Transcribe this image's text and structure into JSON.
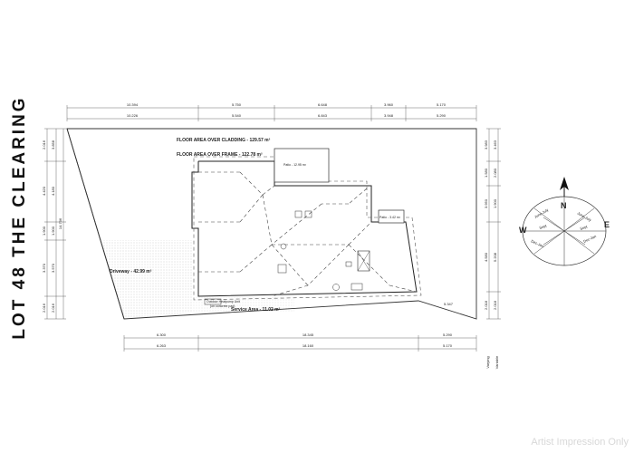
{
  "title": "LOT 48 THE CLEARING",
  "watermark": "Artist Impression Only",
  "areas": {
    "cladding": "FLOOR AREA OVER CLADDING - 129.57 m²",
    "frame": "FLOOR AREA OVER FRAME - 122.78 m²",
    "patio1": "Patio - 12.95 m²",
    "patio2": "Patio - 3.42 m²",
    "driveway": "Driveway - 42.99 m²",
    "service": "Service Area - 11.02 m²",
    "outdoor_unit": "Outdoor Heatpump Unit",
    "outdoor_unit_sub": "(on concrete pad)"
  },
  "top_dims": {
    "row1": [
      "10.394",
      "5.750",
      "6.648",
      "3.960",
      "5.170"
    ],
    "row2": [
      "10.226",
      "5.540",
      "6.843",
      "3.948",
      "5.290"
    ]
  },
  "bottom_dims": {
    "row1": [
      "6.300",
      "18.345",
      "5.290"
    ],
    "row2": [
      "6.263",
      "18.160",
      "5.170"
    ]
  },
  "left_dims": {
    "inner": [
      "3.858",
      "4.180",
      "1.900",
      "3.570",
      "2.016"
    ],
    "outer": [
      "2.016",
      "4.420",
      "1.900",
      "3.370",
      "2.016"
    ],
    "total": "14.736"
  },
  "right_dims": {
    "inner": [
      "3.983",
      "1.580",
      "3.950",
      "4.580",
      "2.018"
    ],
    "outer": [
      "3.463",
      "2.080",
      "1.900",
      "5.208",
      "2.018"
    ]
  },
  "right_labels": [
    "Varying",
    "Variable"
  ],
  "boundary_label": "5.347",
  "compass": {
    "north": "N",
    "east": "E",
    "west": "W",
    "arc_labels": [
      "June-July",
      "June-July",
      "Sept",
      "Sept",
      "Dec-Jan",
      "Dec-Jan"
    ]
  }
}
